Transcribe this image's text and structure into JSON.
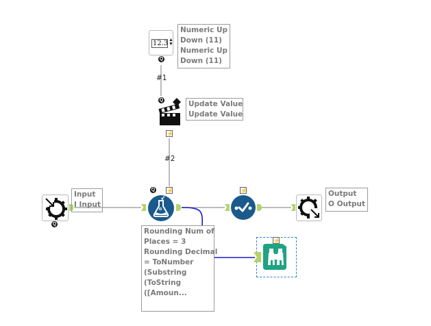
{
  "canvas": {
    "tools": {
      "numeric_updown": {
        "value": "12.3",
        "icon": "numeric-updown-icon",
        "annotation": [
          "Numeric Up",
          "Down (11)",
          "Numeric Up",
          "Down (11)"
        ]
      },
      "action": {
        "icon": "clapperboard-icon",
        "annotation": [
          "Update Value",
          "Update Value"
        ]
      },
      "macro_input": {
        "icon": "macro-input-icon",
        "annotation": [
          "Input",
          "I Input"
        ]
      },
      "formula": {
        "icon": "flask-icon",
        "annotation": [
          "Rounding Num of",
          "Places = 3",
          "Rounding Decimal",
          "= ToNumber",
          "(Substring",
          "(ToString",
          "([Amoun..."
        ]
      },
      "check": {
        "icon": "checkmark-icon"
      },
      "macro_output": {
        "icon": "macro-output-icon",
        "annotation": [
          "Output",
          "O Output"
        ]
      },
      "browse": {
        "icon": "binoculars-icon"
      }
    },
    "connections": {
      "c1": "#1",
      "c2": "#2"
    },
    "badges": {
      "q": "Q",
      "bolt": "⚡"
    },
    "colors": {
      "tool_blue": "#1a5a8c",
      "browse_teal": "#1fa383",
      "anchor_green": "#b5d36a",
      "connection_gray": "#a6a6a6",
      "selected_connection": "#1a1aca"
    }
  }
}
